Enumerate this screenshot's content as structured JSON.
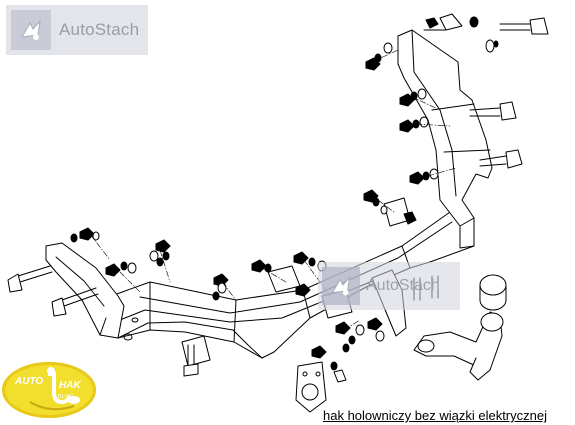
{
  "watermark": {
    "brand": "AutoStach"
  },
  "badge": {
    "line1": "AUTO",
    "line2": "HAK",
    "line3": "BLMC"
  },
  "caption": "hak holowniczy bez wiązki elektrycznej",
  "colors": {
    "ink": "#000000",
    "badge": "#f2de2c",
    "watermark": "#e4e5ea"
  }
}
